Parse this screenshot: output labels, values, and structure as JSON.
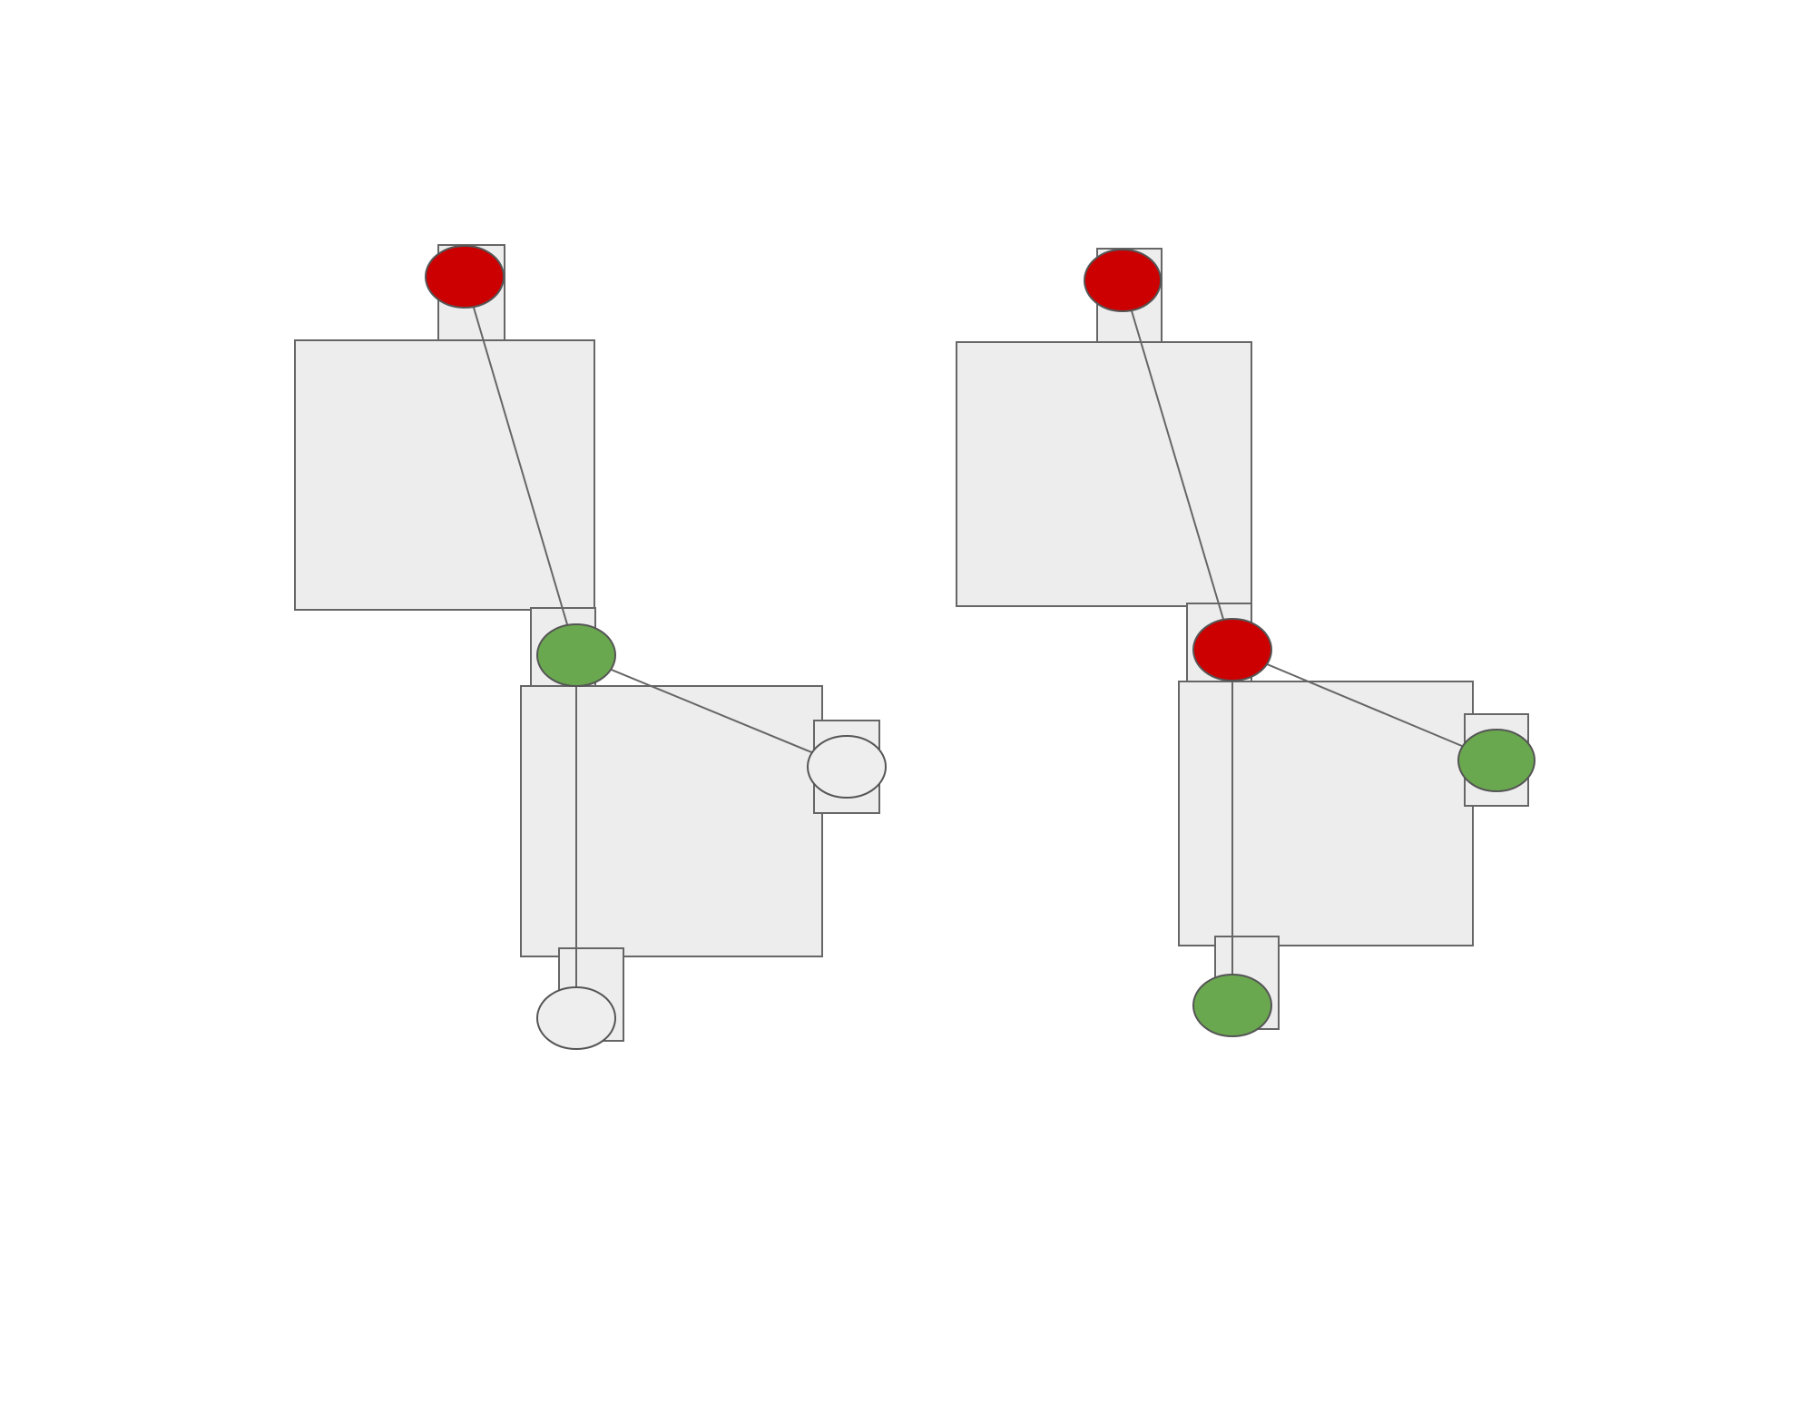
{
  "colors": {
    "background": "#ffffff",
    "box_fill": "#ededed",
    "outline": "#666666",
    "active_red": "#cc0000",
    "active_green": "#6aa84f",
    "inactive": "#eeeeee"
  },
  "diagrams": [
    {
      "id": "left",
      "nodes": {
        "top": "red",
        "middle": "green",
        "right": "off",
        "bottom": "off"
      }
    },
    {
      "id": "right",
      "nodes": {
        "top": "red",
        "middle": "red",
        "right": "green",
        "bottom": "green"
      }
    }
  ]
}
